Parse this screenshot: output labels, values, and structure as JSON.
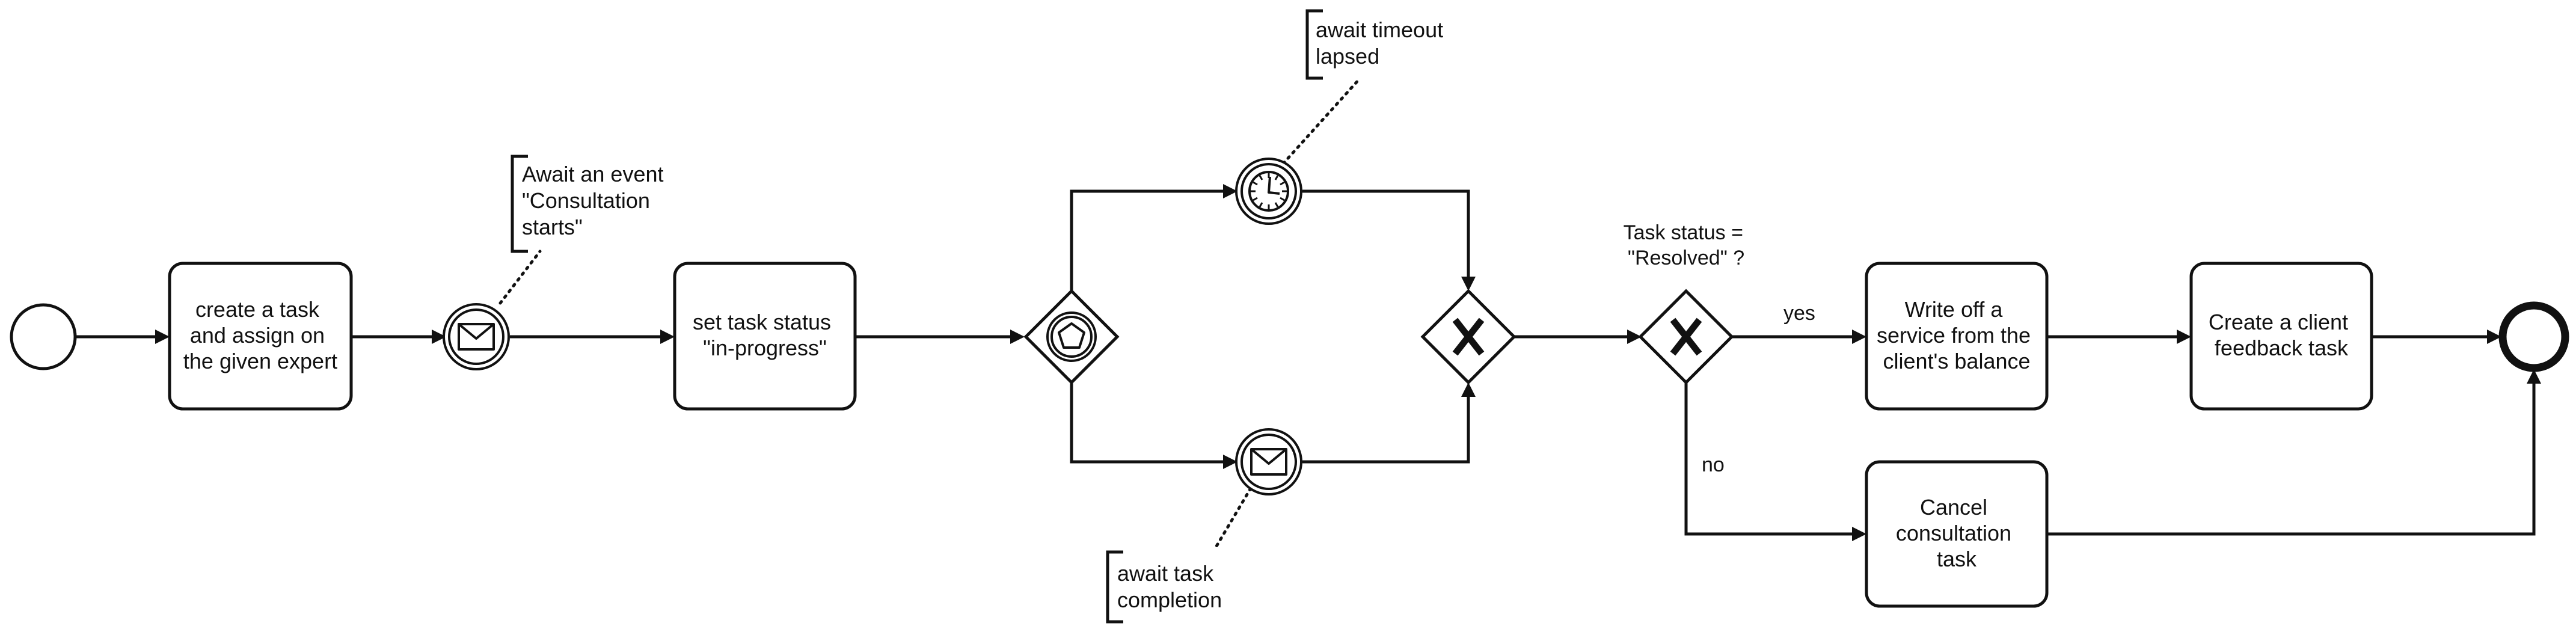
{
  "diagram": {
    "tasks": {
      "create_task": [
        "create a task",
        "and assign on",
        "the given expert"
      ],
      "set_status": [
        "set task status",
        "\"in-progress\""
      ],
      "write_off": [
        "Write off a",
        "service from the",
        "client's balance"
      ],
      "feedback": [
        "Create a client",
        "feedback task"
      ],
      "cancel": [
        "Cancel",
        "consultation",
        "task"
      ]
    },
    "annotations": {
      "consultation_event": [
        "Await an event",
        "\"Consultation",
        "starts\""
      ],
      "timeout": [
        "await timeout",
        "lapsed"
      ],
      "completion": [
        "await task",
        "completion"
      ]
    },
    "condition": [
      "Task status =",
      "\"Resolved\" ?"
    ],
    "flow_labels": {
      "yes": "yes",
      "no": "no"
    },
    "colors": {
      "stroke": "#111111",
      "fill": "#ffffff"
    }
  }
}
